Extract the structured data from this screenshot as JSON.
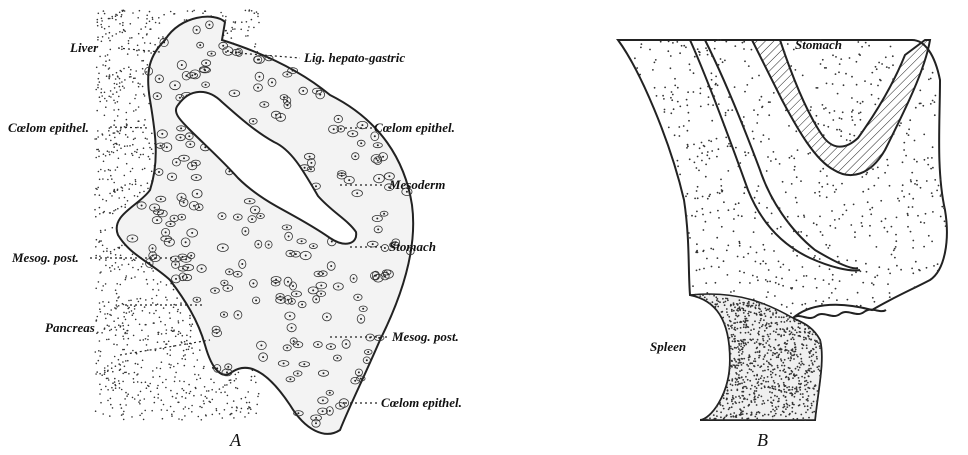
{
  "figure_a": {
    "caption": "A",
    "labels": {
      "liver": "Liver",
      "lig_hepato_gastric": "Lig. hepato-gastric",
      "coelom_epithel_left": "Cœlom epithel.",
      "coelom_epithel_right": "Cœlom epithel.",
      "mesoderm": "Mesoderm",
      "stomach": "Stomach",
      "mesog_post_left": "Mesog. post.",
      "mesog_post_right": "Mesog. post.",
      "pancreas": "Pancreas",
      "coelom_epithel_bottom": "Cœlom epithel."
    }
  },
  "figure_b": {
    "caption": "B",
    "labels": {
      "stomach": "Stomach",
      "spleen": "Spleen"
    }
  }
}
